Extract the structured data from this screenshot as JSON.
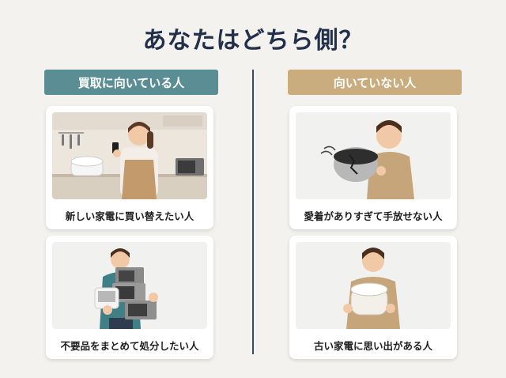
{
  "title": "あなたはどちら側？",
  "left": {
    "header": "買取に向いている人",
    "cards": [
      {
        "caption": "新しい家電に買い替えたい人",
        "icon": "woman-with-smartphone-in-kitchen"
      },
      {
        "caption": "不要品をまとめて処分したい人",
        "icon": "man-carrying-microwaves"
      }
    ]
  },
  "right": {
    "header": "向いていない人",
    "cards": [
      {
        "caption": "愛着がありすぎて手放せない人",
        "icon": "man-with-cracked-rice-cooker-pot"
      },
      {
        "caption": "古い家電に思い出がある人",
        "icon": "man-hugging-rice-cooker"
      }
    ]
  },
  "colors": {
    "background": "#f4f2ee",
    "title": "#22304a",
    "left_header": "#5b8e94",
    "right_header": "#c9ad7e",
    "divider": "#3a4a66"
  }
}
